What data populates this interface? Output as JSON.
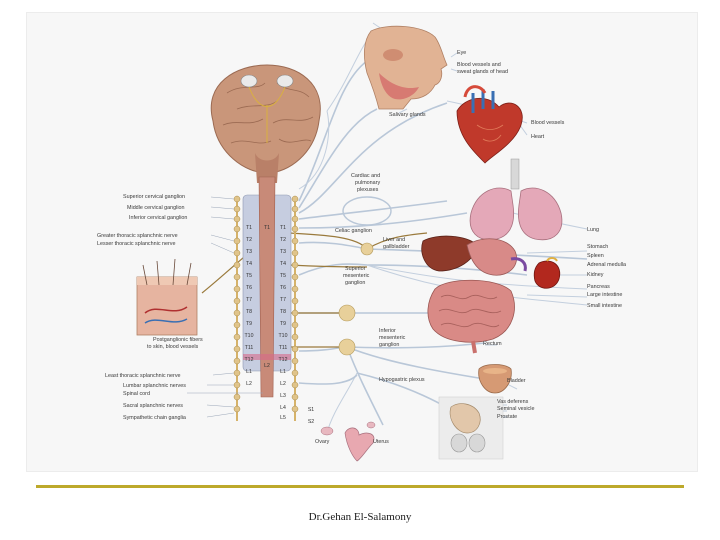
{
  "labels": {
    "eye": "Eye",
    "blood_vessels_sweat": "Blood vessels and",
    "blood_vessels_sweat_2": "sweat glands of head",
    "salivary": "Salivary glands",
    "blood_vessels": "Blood vessels",
    "heart": "Heart",
    "cardiac_plexuses": "Cardiac and",
    "cardiac_plexuses_2": "pulmonary",
    "cardiac_plexuses_3": "plexuses",
    "lung": "Lung",
    "celiac": "Celiac ganglion",
    "liver": "Liver and",
    "liver_2": "gallbladder",
    "stomach": "Stomach",
    "spleen": "Spleen",
    "adrenal": "Adrenal medulla",
    "kidney": "Kidney",
    "pancreas": "Pancreas",
    "large_intestine": "Large intestine",
    "small_intestine": "Small intestine",
    "sup_mesenteric": "Superior",
    "sup_mesenteric_2": "mesenteric",
    "sup_mesenteric_3": "ganglion",
    "inf_mesenteric": "Inferior",
    "inf_mesenteric_2": "mesenteric",
    "inf_mesenteric_3": "ganglion",
    "rectum": "Rectum",
    "hypogastric": "Hypogastric plexus",
    "bladder": "Bladder",
    "vas_deferens": "Vas deferens",
    "seminal": "Seminal vesicle",
    "prostate": "Prostate",
    "ovary": "Ovary",
    "uterus": "Uterus",
    "sup_cervical": "Superior cervical ganglion",
    "mid_cervical": "Middle cervical ganglion",
    "inf_cervical": "Inferior cervical ganglion",
    "greater_thoracic": "Greater thoracic splanchnic nerve",
    "lesser_thoracic": "Lesser thoracic splanchnic nerve",
    "postganglionic": "Postganglionic fibers",
    "postganglionic_2": "to skin, blood vessels",
    "least_thoracic": "Least thoracic splanchnic nerve",
    "lumbar": "Lumbar splanchnic nerves",
    "spinal_cord": "Spinal cord",
    "sacral": "Sacral splanchnic nerves",
    "sympathetic_chain": "Sympathetic chain ganglia"
  },
  "segments_left": [
    "T1",
    "T2",
    "T3",
    "T4",
    "T5",
    "T6",
    "T7",
    "T8",
    "T9",
    "T10",
    "T11",
    "T12",
    "L1",
    "L2"
  ],
  "segments_center": [
    "T1",
    "L2"
  ],
  "segments_right": [
    "T1",
    "T2",
    "T3",
    "T4",
    "T5",
    "T6",
    "T7",
    "T8",
    "T9",
    "T10",
    "T11",
    "T12",
    "L1",
    "L2",
    "L3",
    "L4",
    "L5",
    "S1",
    "S2"
  ],
  "footer": "Dr.Gehan El-Salamony"
}
